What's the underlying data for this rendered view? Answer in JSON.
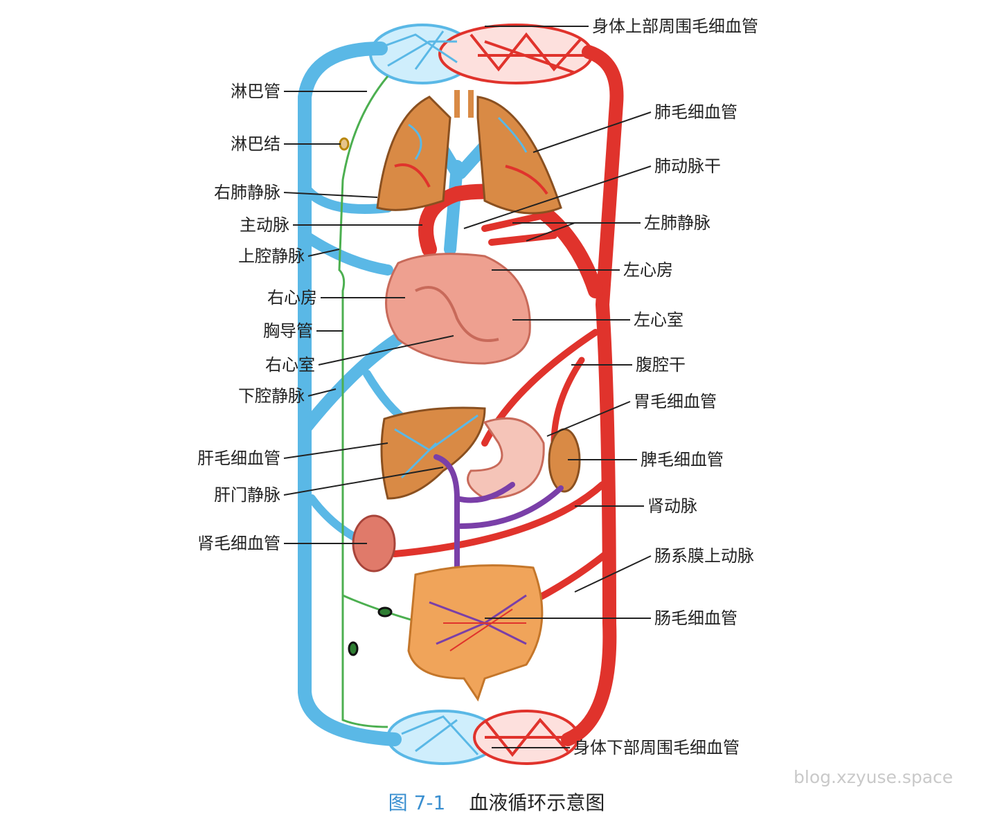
{
  "left_labels": [
    "淋巴管",
    "淋巴结",
    "右肺静脉",
    "主动脉",
    "上腔静脉",
    "右心房",
    "胸导管",
    "右心室",
    "下腔静脉",
    "肝毛细血管",
    "肝门静脉",
    "肾毛细血管"
  ],
  "right_labels": [
    "身体上部周围毛细血管",
    "肺毛细血管",
    "肺动脉干",
    "左肺静脉",
    "左心房",
    "左心室",
    "腹腔干",
    "胃毛细血管",
    "脾毛细血管",
    "肾动脉",
    "肠系膜上动脉",
    "肠毛细血管",
    "身体下部周围毛细血管"
  ],
  "caption": {
    "figure_no": "图 7-1",
    "title": "血液循环示意图"
  },
  "watermark": "blog.xzyuse.space",
  "colors": {
    "vein": "#5ab8e6",
    "artery": "#e0332c",
    "lymph": "#4caf50",
    "portal": "#7a3fa8",
    "organ": "#d98a45",
    "heart": "#eea090"
  }
}
